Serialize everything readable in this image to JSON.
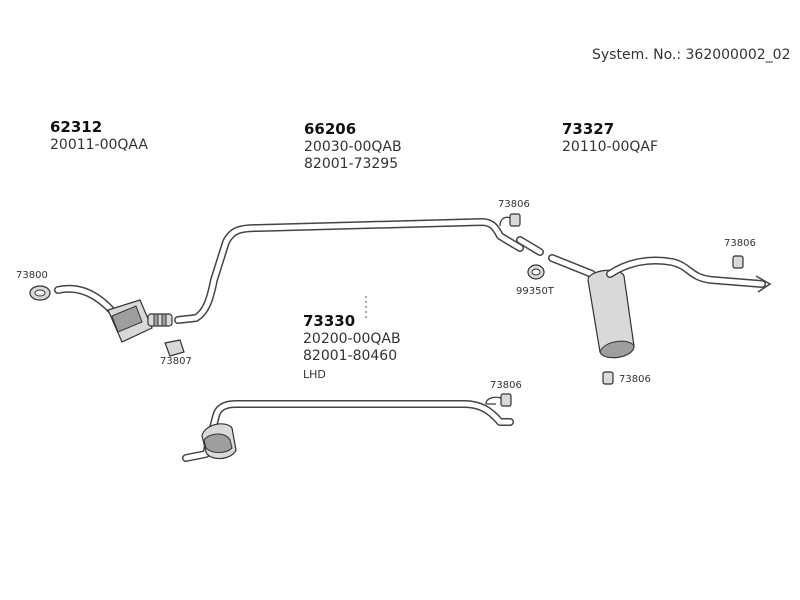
{
  "system_number": "System. No.: 362000002_02",
  "parts": {
    "p62312": {
      "number": "62312",
      "codes": [
        "20011-00QAA"
      ]
    },
    "p66206": {
      "number": "66206",
      "codes": [
        "20030-00QAB",
        "82001-73295"
      ]
    },
    "p73327": {
      "number": "73327",
      "codes": [
        "20110-00QAF"
      ]
    },
    "p73330": {
      "number": "73330",
      "codes": [
        "20200-00QAB",
        "82001-80460"
      ],
      "note": "LHD"
    }
  },
  "small_labels": {
    "clamp_left": "73800",
    "clamp_bottom_left": "73807",
    "hanger_mid_top": "73806",
    "hanger_right_top": "73806",
    "hanger_right_bottom": "73806",
    "hanger_lower": "73806",
    "clamp_mid": "99350T"
  }
}
